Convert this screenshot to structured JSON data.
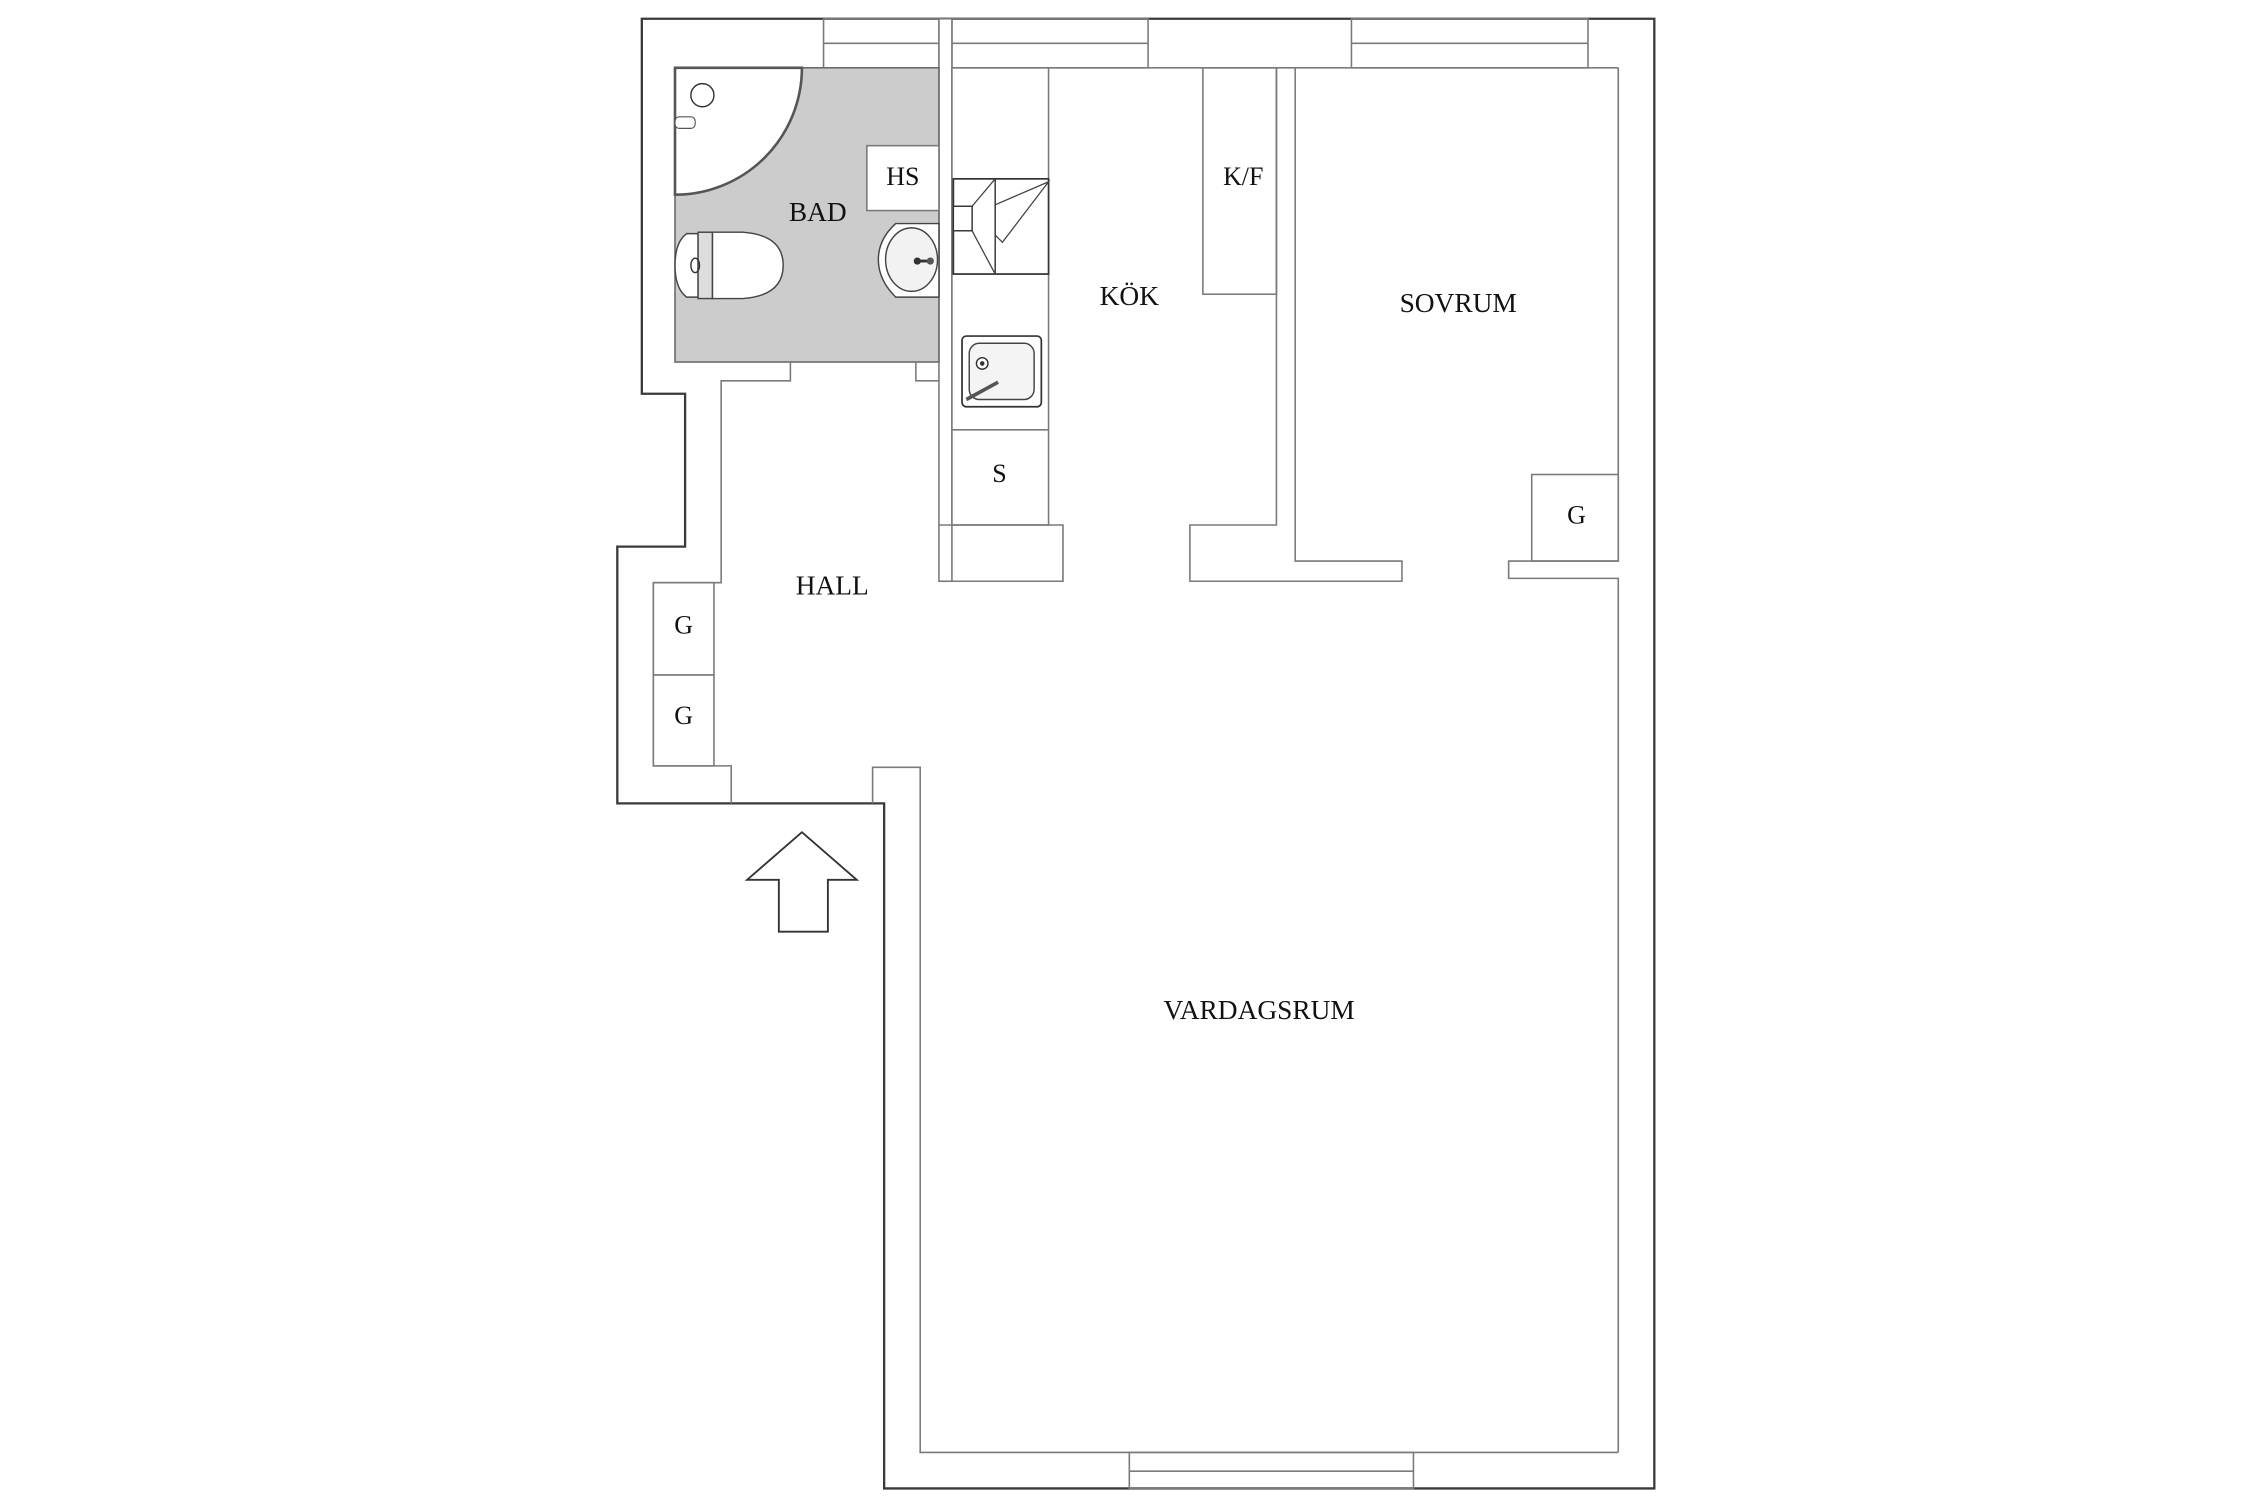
{
  "floorplan": {
    "rooms": [
      {
        "id": "bad",
        "label": "BAD"
      },
      {
        "id": "kok",
        "label": "KÖK"
      },
      {
        "id": "sovrum",
        "label": "SOVRUM"
      },
      {
        "id": "hall",
        "label": "HALL"
      },
      {
        "id": "vardagsrum",
        "label": "VARDAGSRUM"
      }
    ],
    "fixtures": [
      {
        "id": "hs",
        "label": "HS"
      },
      {
        "id": "kf",
        "label": "K/F"
      },
      {
        "id": "s",
        "label": "S"
      },
      {
        "id": "g_sovrum",
        "label": "G"
      },
      {
        "id": "g_hall_1",
        "label": "G"
      },
      {
        "id": "g_hall_2",
        "label": "G"
      }
    ],
    "entrance_arrow": "arrow-up-icon",
    "colors": {
      "bathroom_floor": "#cccccc",
      "outer_wall": "#3a3a3a",
      "inner_wall": "#7a7a7a",
      "background": "#ffffff"
    }
  }
}
